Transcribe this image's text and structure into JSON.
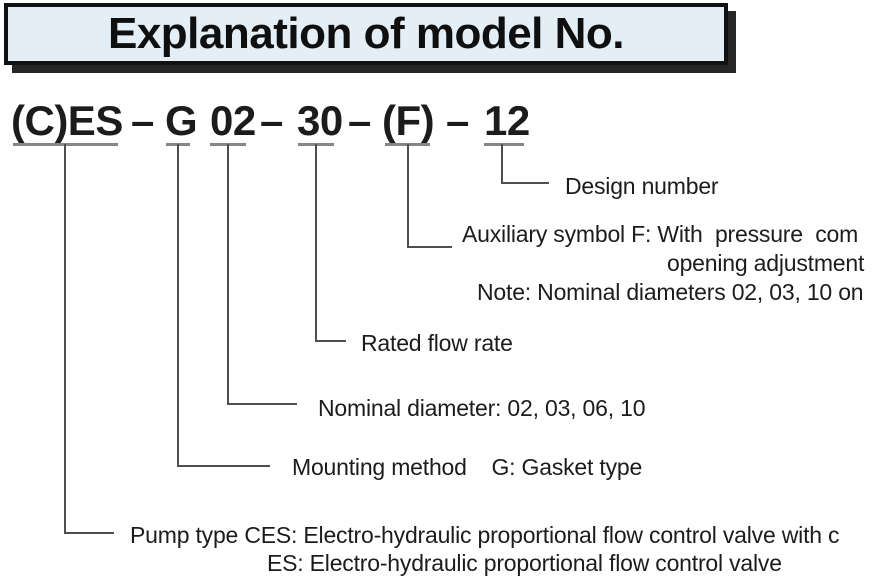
{
  "title": "Explanation of model No.",
  "model": {
    "segments": [
      "(C)ES",
      "–",
      "G",
      "02",
      "–",
      "30",
      "–",
      "(F)",
      "–",
      "12"
    ]
  },
  "callouts": {
    "design_number": "Design number",
    "auxiliary_symbol_line1": "Auxiliary symbol F: With  pressure  com",
    "auxiliary_symbol_line2": "opening adjustment",
    "auxiliary_note": "Note: Nominal diameters 02, 03, 10 on",
    "rated_flow_rate": "Rated flow rate",
    "nominal_diameter": "Nominal diameter: 02, 03, 06, 10",
    "mounting_method": "Mounting method    G: Gasket type",
    "pump_type_line1": "Pump type CES: Electro-hydraulic proportional flow control valve with c",
    "pump_type_line2": "ES: Electro-hydraulic proportional flow control valve"
  },
  "colors": {
    "title_box_bg": "#e3eef6",
    "title_box_border": "#111111",
    "title_box_shadow": "#262626",
    "leader_line": "#4f4f4f",
    "underline": "#868686",
    "text": "#1c1c1c"
  }
}
